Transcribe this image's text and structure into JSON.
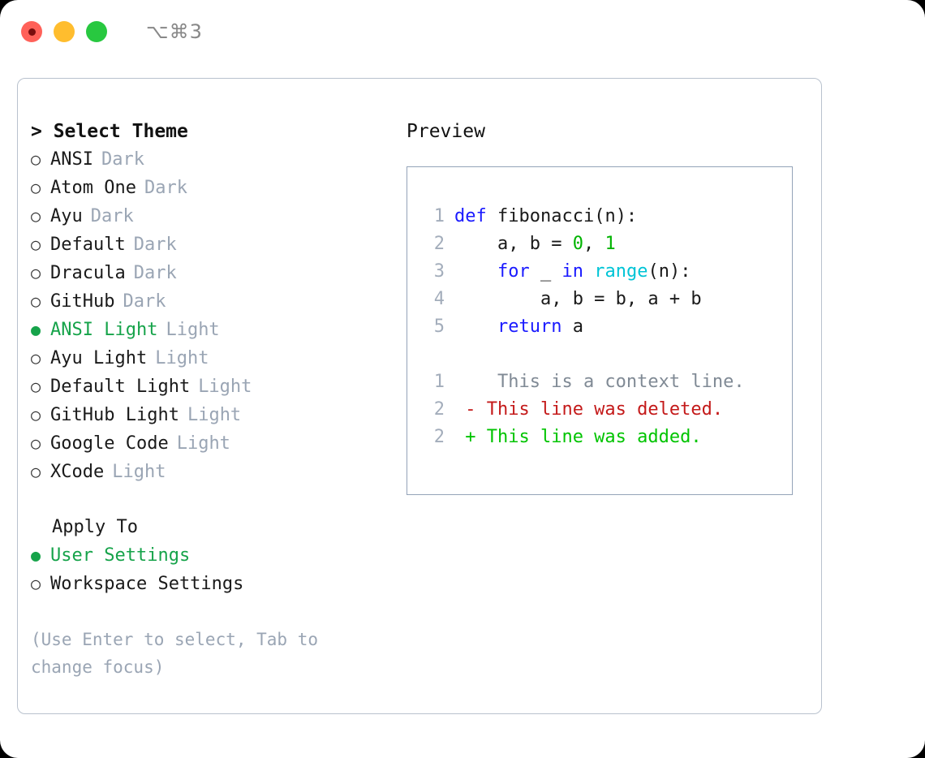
{
  "titlebar": {
    "shortcut": "⌥⌘3",
    "buttons": [
      {
        "name": "close",
        "color": "#ff6159"
      },
      {
        "name": "minimize",
        "color": "#ffbd2e"
      },
      {
        "name": "maximize",
        "color": "#28c840"
      }
    ]
  },
  "theme_picker": {
    "header": "> Select Theme",
    "items": [
      {
        "bullet": "○",
        "name": "ANSI",
        "category": "Dark",
        "selected": false
      },
      {
        "bullet": "○",
        "name": "Atom One",
        "category": "Dark",
        "selected": false
      },
      {
        "bullet": "○",
        "name": "Ayu",
        "category": "Dark",
        "selected": false
      },
      {
        "bullet": "○",
        "name": "Default",
        "category": "Dark",
        "selected": false
      },
      {
        "bullet": "○",
        "name": "Dracula",
        "category": "Dark",
        "selected": false
      },
      {
        "bullet": "○",
        "name": "GitHub",
        "category": "Dark",
        "selected": false
      },
      {
        "bullet": "●",
        "name": "ANSI Light",
        "category": "Light",
        "selected": true
      },
      {
        "bullet": "○",
        "name": "Ayu Light",
        "category": "Light",
        "selected": false
      },
      {
        "bullet": "○",
        "name": "Default Light",
        "category": "Light",
        "selected": false
      },
      {
        "bullet": "○",
        "name": "GitHub Light",
        "category": "Light",
        "selected": false
      },
      {
        "bullet": "○",
        "name": "Google Code",
        "category": "Light",
        "selected": false
      },
      {
        "bullet": "○",
        "name": "XCode",
        "category": "Light",
        "selected": false
      }
    ]
  },
  "apply_to": {
    "title": "Apply To",
    "items": [
      {
        "bullet": "●",
        "label": "User Settings",
        "selected": true
      },
      {
        "bullet": "○",
        "label": "Workspace Settings",
        "selected": false
      }
    ]
  },
  "hint": "(Use Enter to select, Tab to change focus)",
  "preview": {
    "label": "Preview",
    "code_lines": [
      {
        "no": "1",
        "tokens": [
          {
            "t": "def",
            "c": "kw"
          },
          {
            "t": " fibonacci(n):",
            "c": "plain"
          }
        ]
      },
      {
        "no": "2",
        "tokens": [
          {
            "t": "    a, b = ",
            "c": "plain"
          },
          {
            "t": "0",
            "c": "num"
          },
          {
            "t": ", ",
            "c": "plain"
          },
          {
            "t": "1",
            "c": "num"
          }
        ]
      },
      {
        "no": "3",
        "tokens": [
          {
            "t": "    ",
            "c": "plain"
          },
          {
            "t": "for",
            "c": "kw"
          },
          {
            "t": " _ ",
            "c": "plain"
          },
          {
            "t": "in",
            "c": "kw"
          },
          {
            "t": " ",
            "c": "plain"
          },
          {
            "t": "range",
            "c": "fn"
          },
          {
            "t": "(n):",
            "c": "plain"
          }
        ]
      },
      {
        "no": "4",
        "tokens": [
          {
            "t": "        a, b = b, a + b",
            "c": "plain"
          }
        ]
      },
      {
        "no": "5",
        "tokens": [
          {
            "t": "    ",
            "c": "plain"
          },
          {
            "t": "return",
            "c": "kw"
          },
          {
            "t": " a",
            "c": "plain"
          }
        ]
      }
    ],
    "diff_lines": [
      {
        "no": "1",
        "marker": " ",
        "text": "  This is a context line.",
        "kind": "diff-ctx"
      },
      {
        "no": "2",
        "marker": "-",
        "text": " This line was deleted.",
        "kind": "diff-del"
      },
      {
        "no": "2",
        "marker": "+",
        "text": " This line was added.",
        "kind": "diff-add"
      }
    ]
  },
  "colors": {
    "accent_green": "#16a34a",
    "muted": "#9aa5b4",
    "keyword_blue": "#1a1aff",
    "function_cyan": "#00c4d6",
    "number_green": "#00b300",
    "diff_delete_red": "#c41a1a",
    "diff_add_green": "#00c400",
    "panel_border": "#94a3b8",
    "window_border": "#b9c2ce"
  }
}
